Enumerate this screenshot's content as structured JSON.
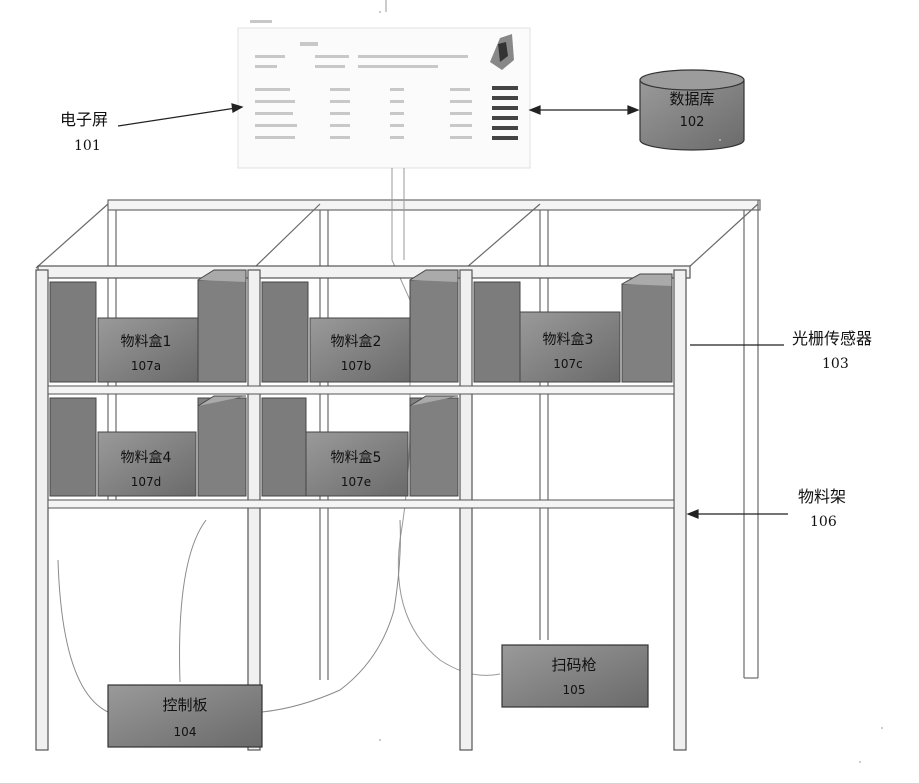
{
  "screen": {
    "name": "电子屏",
    "id": "101"
  },
  "database": {
    "name": "数据库",
    "id": "102"
  },
  "sensor": {
    "name": "光栅传感器",
    "id": "103"
  },
  "control_board": {
    "name": "控制板",
    "id": "104"
  },
  "scanner": {
    "name": "扫码枪",
    "id": "105"
  },
  "rack": {
    "name": "物料架",
    "id": "106"
  },
  "bins": [
    {
      "name": "物料盒1",
      "id": "107a"
    },
    {
      "name": "物料盒2",
      "id": "107b"
    },
    {
      "name": "物料盒3",
      "id": "107c"
    },
    {
      "name": "物料盒4",
      "id": "107d"
    },
    {
      "name": "物料盒5",
      "id": "107e"
    }
  ],
  "colors": {
    "box_fill": "#8a8a8a",
    "box_dark": "#5e5e5e",
    "box_light": "#a8a8a8",
    "frame": "#4a4a4a"
  }
}
